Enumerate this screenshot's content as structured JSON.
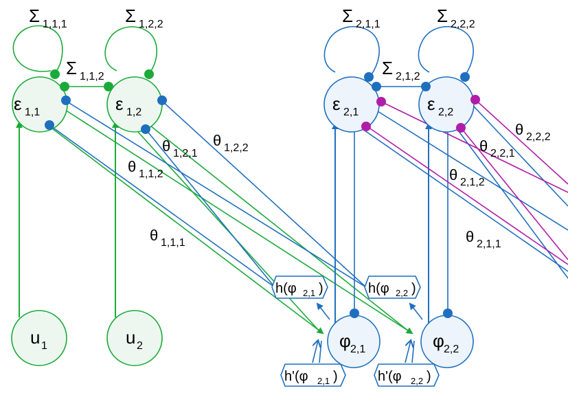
{
  "colors": {
    "green": "#1aaa3a",
    "blue": "#1f6fbf",
    "magenta": "#b01ea8",
    "green_fill": "#eef7ef",
    "blue_fill": "#eef4fb",
    "text": "#000000"
  },
  "nodes": {
    "eps11": {
      "base": "ε",
      "sub": "1,1"
    },
    "eps12": {
      "base": "ε",
      "sub": "1,2"
    },
    "eps21": {
      "base": "ε",
      "sub": "2,1"
    },
    "eps22": {
      "base": "ε",
      "sub": "2,2"
    },
    "u1": {
      "base": "u",
      "sub": "1"
    },
    "u2": {
      "base": "u",
      "sub": "2"
    },
    "phi21": {
      "base": "φ",
      "sub": "2,1"
    },
    "phi22": {
      "base": "φ",
      "sub": "2,2"
    }
  },
  "labels": {
    "sigma111": {
      "base": "Σ",
      "sub": "1,1,1"
    },
    "sigma122": {
      "base": "Σ",
      "sub": "1,2,2"
    },
    "sigma112": {
      "base": "Σ",
      "sub": "1,1,2"
    },
    "sigma211": {
      "base": "Σ",
      "sub": "2,1,1"
    },
    "sigma222": {
      "base": "Σ",
      "sub": "2,2,2"
    },
    "sigma212": {
      "base": "Σ",
      "sub": "2,1,2"
    },
    "theta121": {
      "base": "θ",
      "sub": "1,2,1"
    },
    "theta122": {
      "base": "θ",
      "sub": "1,2,2"
    },
    "theta112": {
      "base": "θ",
      "sub": "1,1,2"
    },
    "theta111": {
      "base": "θ",
      "sub": "1,1,1"
    },
    "theta222": {
      "base": "θ",
      "sub": "2,2,2"
    },
    "theta221": {
      "base": "θ",
      "sub": "2,2,1"
    },
    "theta212": {
      "base": "θ",
      "sub": "2,1,2"
    },
    "theta211": {
      "base": "θ",
      "sub": "2,1,1"
    }
  },
  "boxes": {
    "h21": {
      "base": "h(φ",
      "sub": "2,1",
      "close": ")"
    },
    "h22": {
      "base": "h(φ",
      "sub": "2,2",
      "close": ")"
    },
    "hp21": {
      "base": "h'(φ",
      "sub": "2,1",
      "close": ")"
    },
    "hp22": {
      "base": "h'(φ",
      "sub": "2,2",
      "close": ")"
    }
  }
}
